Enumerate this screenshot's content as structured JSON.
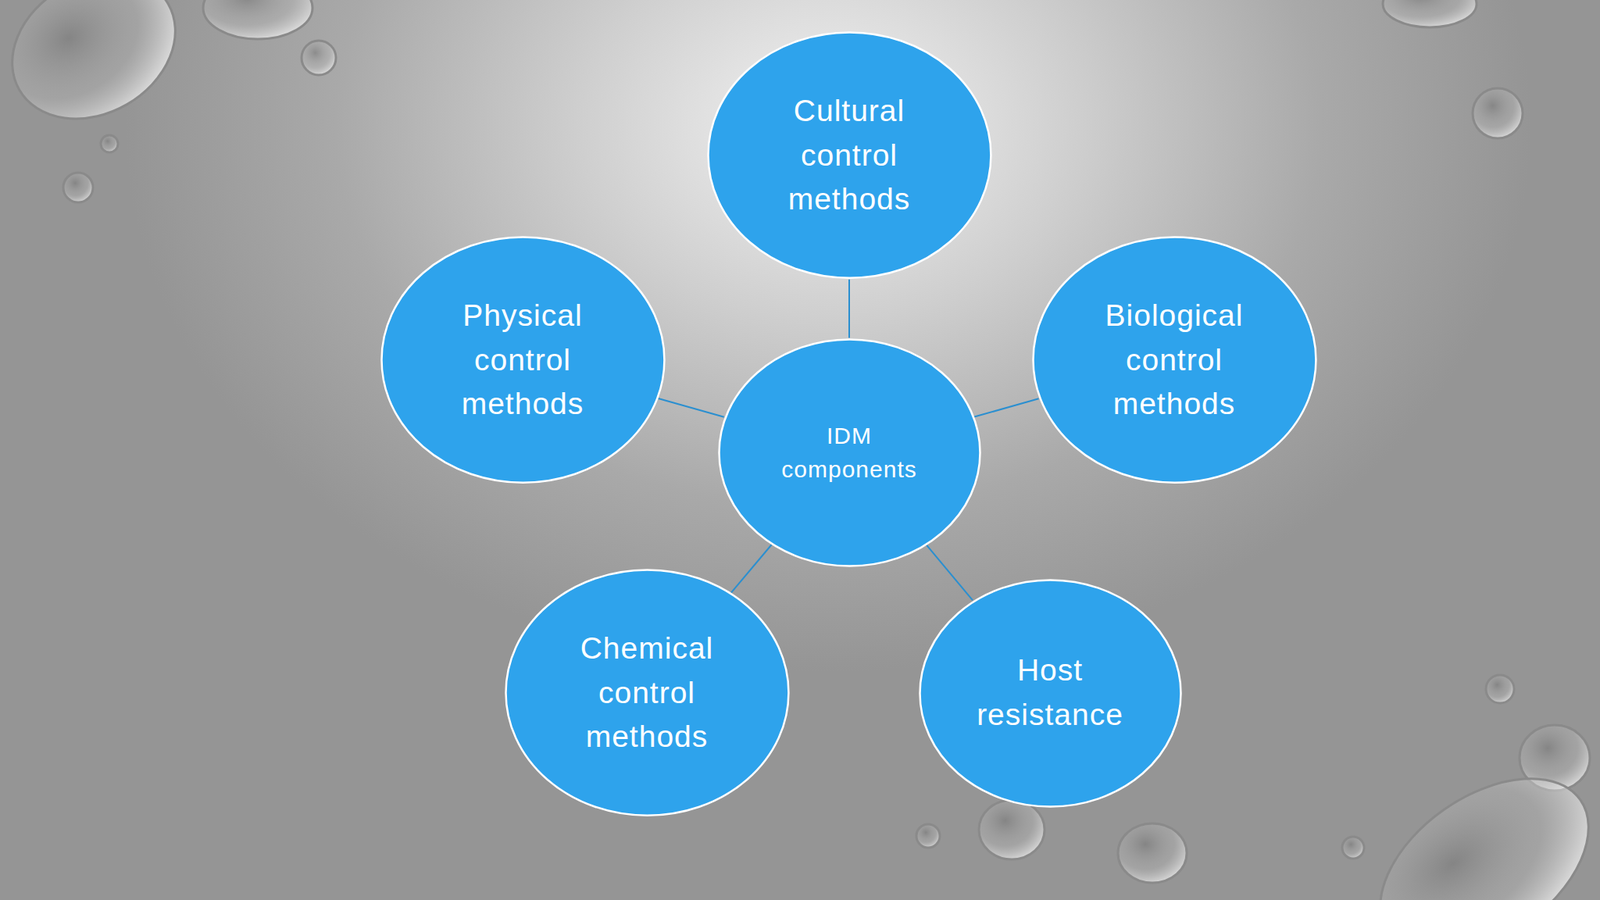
{
  "diagram": {
    "nodes": [
      {
        "text": [
          "Cultural control methods"
        ]
      },
      {
        "text": [
          "Physical control methods"
        ]
      },
      {
        "text": [
          "Biological control methods"
        ]
      },
      {
        "text": [
          "IDM components"
        ]
      },
      {
        "text": [
          "Chemical control methods"
        ]
      },
      {
        "text": [
          "Host resistance"
        ]
      }
    ],
    "edges": [
      {
        "from": 3,
        "to": 0,
        "arrow": "none"
      },
      {
        "from": 3,
        "to": 1,
        "arrow": "none"
      },
      {
        "from": 3,
        "to": 2,
        "arrow": "none"
      },
      {
        "from": 3,
        "to": 4,
        "arrow": "none"
      },
      {
        "from": 3,
        "to": 5,
        "arrow": "none"
      }
    ]
  }
}
